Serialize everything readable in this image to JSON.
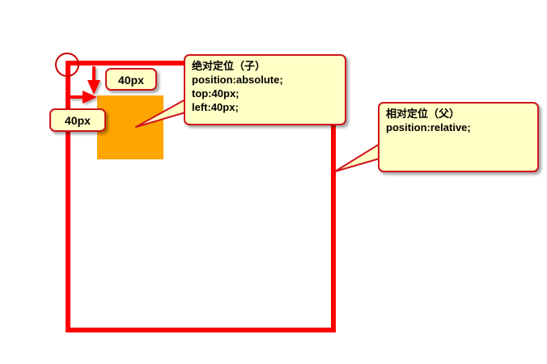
{
  "colors": {
    "parent_border": "#ff0000",
    "child_fill": "#ffa500",
    "callout_fill": "#ffffc6",
    "callout_border": "#d0141d",
    "arrow": "#ff0000"
  },
  "icons": {
    "origin_marker": "circle-outline-icon",
    "offset_arrows": "arrow-icon"
  },
  "child_callout": {
    "title": "绝对定位（子）",
    "line1": "position:absolute;",
    "line2": "top:40px;",
    "line3": "left:40px;"
  },
  "parent_callout": {
    "title": "相对定位（父）",
    "line1": "position:relative;"
  },
  "offsets": {
    "top_label": "40px",
    "left_label": "40px"
  }
}
